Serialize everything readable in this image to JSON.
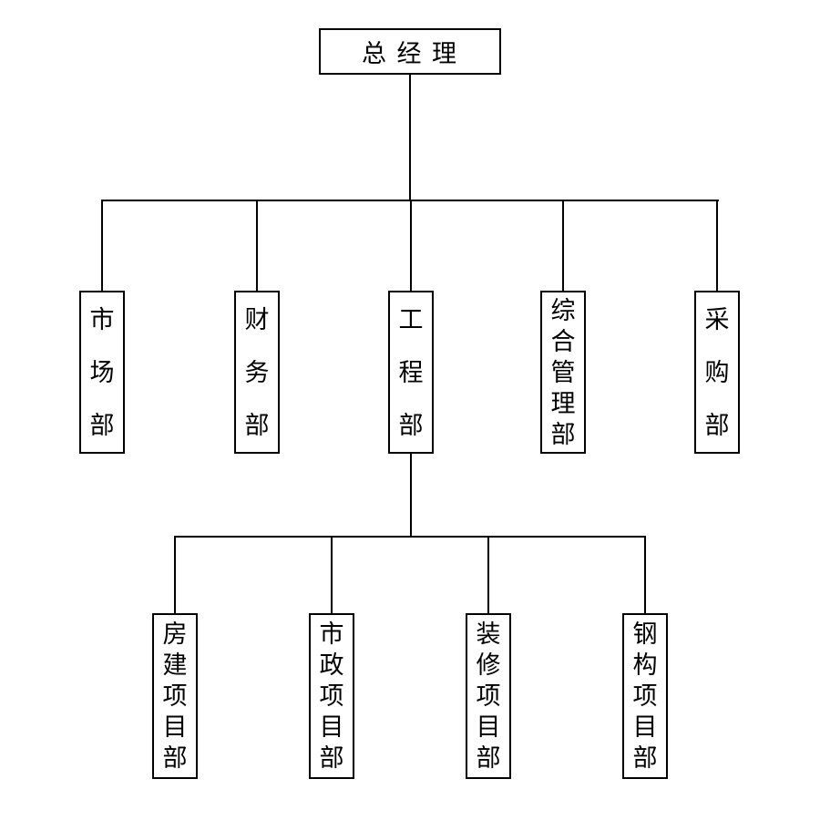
{
  "diagram": {
    "type": "org-chart",
    "root": {
      "label": "总 经 理"
    },
    "departments": [
      {
        "label": "市场部"
      },
      {
        "label": "财务部"
      },
      {
        "label": "工程部"
      },
      {
        "label": "综合管理部"
      },
      {
        "label": "采购部"
      }
    ],
    "project_departments": [
      {
        "label": "房建项目部"
      },
      {
        "label": "市政项目部"
      },
      {
        "label": "装修项目部"
      },
      {
        "label": "钢构项目部"
      }
    ],
    "hierarchy": {
      "root_children": [
        "市场部",
        "财务部",
        "工程部",
        "综合管理部",
        "采购部"
      ],
      "engineering_children": [
        "房建项目部",
        "市政项目部",
        "装修项目部",
        "钢构项目部"
      ]
    },
    "colors": {
      "line": "#000000",
      "text": "#000000",
      "background": "#ffffff"
    }
  }
}
